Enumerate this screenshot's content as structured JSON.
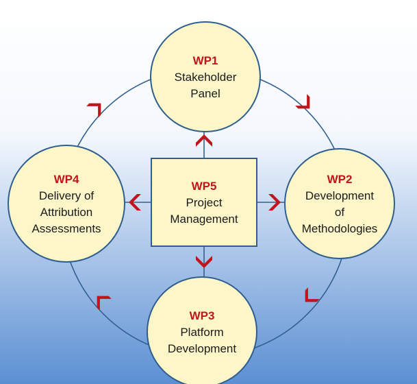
{
  "colors": {
    "background_top": "#ffffff",
    "background_bottom": "#5b8fd3",
    "node_fill": "#fdf6c8",
    "node_stroke": "#2e5d8e",
    "connector": "#33608f",
    "accent": "#c0151b",
    "label_text": "#1a1a1a"
  },
  "icons": {
    "direction_marker": "chevron-arrow-icon"
  },
  "work_packages": [
    {
      "id": "WP1",
      "label_lines": [
        "Stakeholder",
        "Panel"
      ]
    },
    {
      "id": "WP2",
      "label_lines": [
        "Development",
        "of",
        "Methodologies"
      ]
    },
    {
      "id": "WP3",
      "label_lines": [
        "Platform",
        "Development"
      ]
    },
    {
      "id": "WP4",
      "label_lines": [
        "Delivery of",
        "Attribution",
        "Assessments"
      ]
    },
    {
      "id": "WP5",
      "label_lines": [
        "Project",
        "Management"
      ]
    }
  ],
  "cycle_order": [
    "WP1",
    "WP2",
    "WP3",
    "WP4"
  ]
}
